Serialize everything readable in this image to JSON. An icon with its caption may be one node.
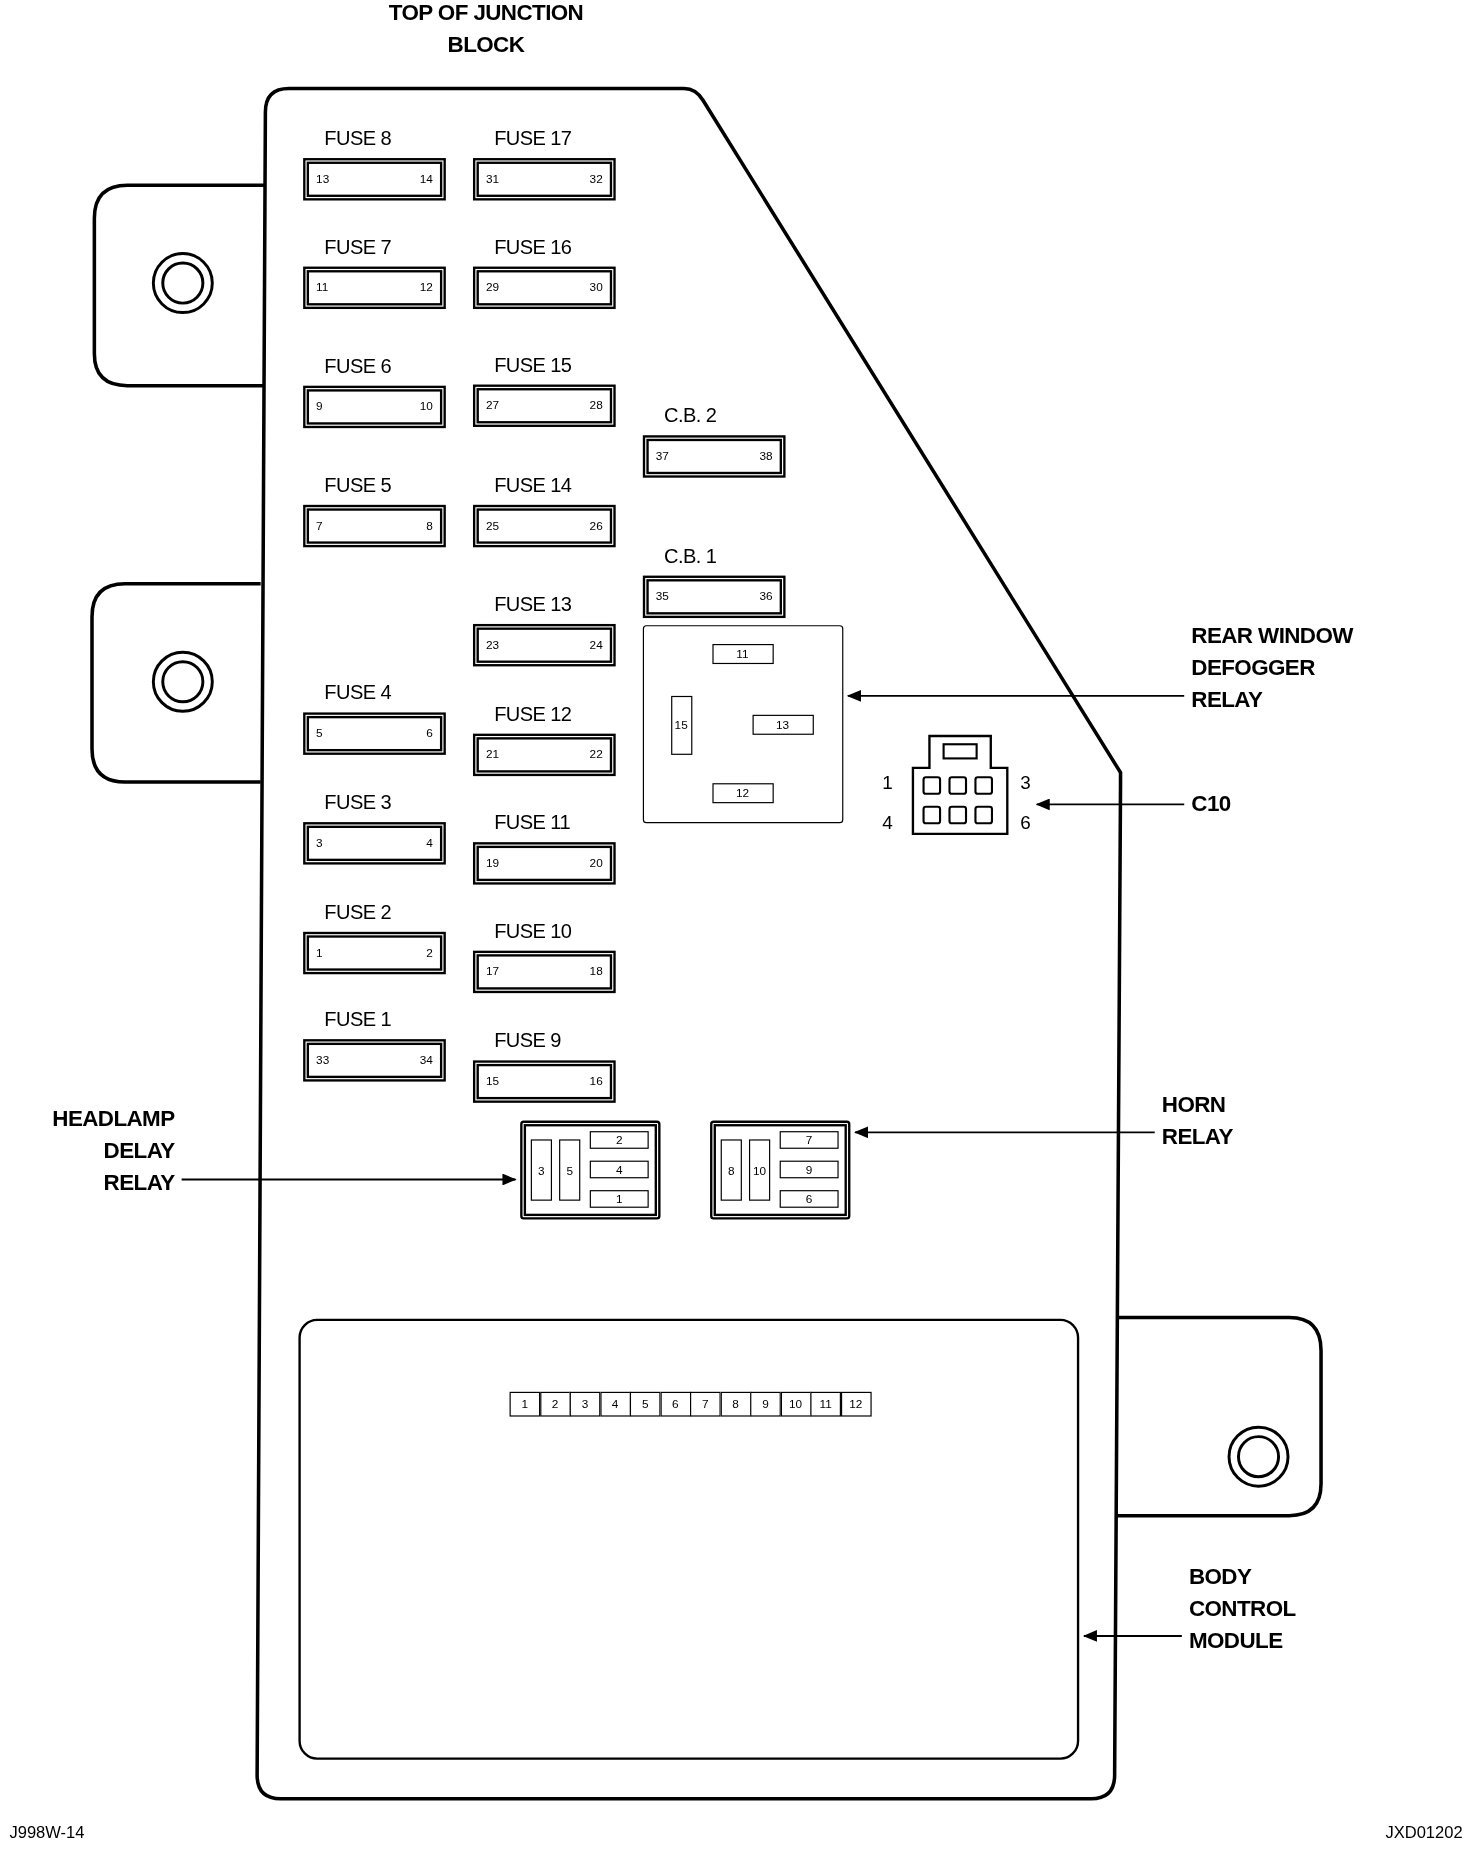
{
  "diagram": {
    "nodes": [
      {
        "text": [
          "TOP OF JUNCTION BLOCK"
        ]
      },
      {
        "text": [
          "FUSE 8",
          "13",
          "14"
        ],
        "in": 0
      },
      {
        "text": [
          "FUSE 17",
          "31",
          "32"
        ],
        "in": 0
      },
      {
        "text": [
          "FUSE 7",
          "11",
          "12"
        ],
        "in": 0
      },
      {
        "text": [
          "FUSE 16",
          "29",
          "30"
        ],
        "in": 0
      },
      {
        "text": [
          "FUSE 6",
          "9",
          "10"
        ],
        "in": 0
      },
      {
        "text": [
          "FUSE 15",
          "27",
          "28"
        ],
        "in": 0
      },
      {
        "text": [
          "C.B. 2",
          "37",
          "38"
        ],
        "in": 0
      },
      {
        "text": [
          "FUSE 5",
          "7",
          "8"
        ],
        "in": 0
      },
      {
        "text": [
          "FUSE 14",
          "25",
          "26"
        ],
        "in": 0
      },
      {
        "text": [
          "C.B. 1",
          "35",
          "36"
        ],
        "in": 0
      },
      {
        "text": [
          "FUSE 13",
          "23",
          "24"
        ],
        "in": 0
      },
      {
        "text": [
          "REAR WINDOW DEFOGGER RELAY"
        ]
      },
      {
        "text": [
          "11",
          "15",
          "13",
          "12"
        ],
        "in": 0
      },
      {
        "text": [
          "FUSE 4",
          "5",
          "6"
        ],
        "in": 0
      },
      {
        "text": [
          "FUSE 12",
          "21",
          "22"
        ],
        "in": 0
      },
      {
        "text": [],
        "shape": "box",
        "beside": [
          "1",
          "3",
          "4",
          "6"
        ],
        "in": 0
      },
      {
        "text": [
          "C10"
        ]
      },
      {
        "text": [
          "FUSE 3",
          "3",
          "4"
        ],
        "in": 0
      },
      {
        "text": [
          "FUSE 11",
          "19",
          "20"
        ],
        "in": 0
      },
      {
        "text": [
          "FUSE 2",
          "1",
          "2"
        ],
        "in": 0
      },
      {
        "text": [
          "FUSE 10",
          "17",
          "18"
        ],
        "in": 0
      },
      {
        "text": [
          "FUSE 1",
          "33",
          "34"
        ],
        "in": 0
      },
      {
        "text": [
          "FUSE 9",
          "15",
          "16"
        ],
        "in": 0
      },
      {
        "text": [
          "HORN RELAY"
        ]
      },
      {
        "text": [
          "HEADLAMP DELAY RELAY"
        ]
      },
      {
        "text": [
          "3",
          "5",
          "2",
          "4",
          "1"
        ],
        "in": 0
      },
      {
        "text": [
          "8",
          "10",
          "7",
          "9",
          "6"
        ],
        "in": 0
      },
      {
        "text": [
          "1",
          "2",
          "3",
          "4",
          "5",
          "6",
          "7",
          "8",
          "9",
          "10",
          "11",
          "12"
        ],
        "in": 0
      },
      {
        "text": [
          "BODY CONTROL MODULE"
        ]
      }
    ],
    "edges": [
      {
        "from": 12,
        "to": 13,
        "arrow": "to"
      },
      {
        "from": 17,
        "to": 16,
        "arrow": "to"
      },
      {
        "from": 25,
        "to": 26,
        "arrow": "to"
      },
      {
        "from": 24,
        "to": 27,
        "arrow": "to"
      },
      {
        "from": 29,
        "to": 28,
        "arrow": "to"
      }
    ],
    "labels": [
      "J998W-14",
      "JXD01202"
    ]
  }
}
